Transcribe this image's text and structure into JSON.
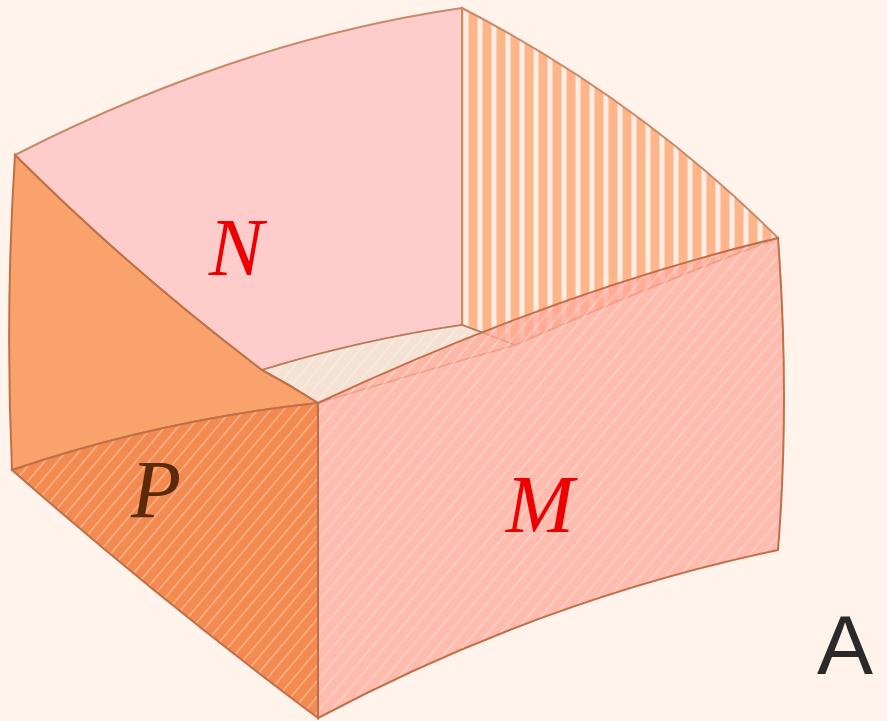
{
  "diagram": {
    "labels": [
      "N",
      "P",
      "M",
      "A"
    ]
  }
}
